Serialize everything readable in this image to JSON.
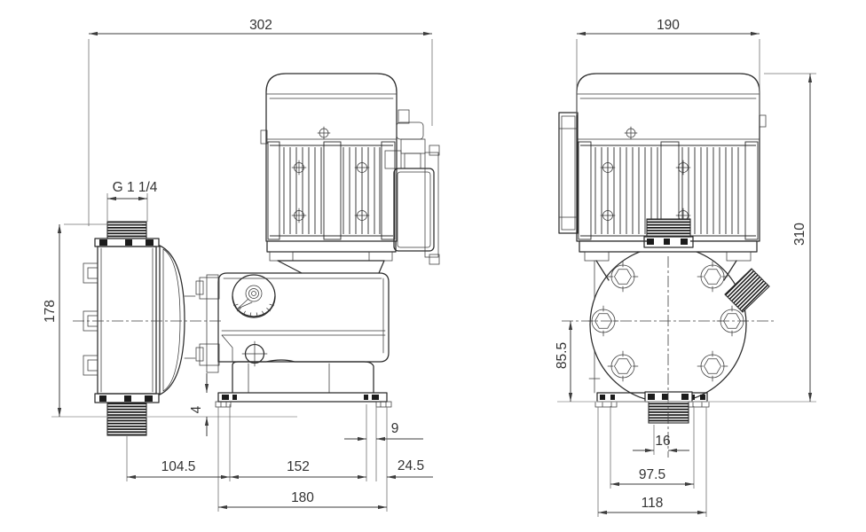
{
  "dimensions": {
    "side": {
      "overall_length": "302",
      "thread_size": "G 1 1/4",
      "head_height": "178",
      "base_plate_gap": "4",
      "slot_width": "9",
      "port_to_slot": "104.5",
      "slot_spacing": "152",
      "slot_to_edge": "24.5",
      "base_length": "180"
    },
    "front": {
      "motor_width": "190",
      "overall_height": "310",
      "axis_to_base": "85.5",
      "port_offset": "16",
      "slot_spacing": "97.5",
      "base_width": "118"
    }
  },
  "colors": {
    "outline": "#2b2b2b",
    "dimension": "#3c3c3c",
    "extension": "#a8a8a8",
    "background": "#ffffff"
  }
}
